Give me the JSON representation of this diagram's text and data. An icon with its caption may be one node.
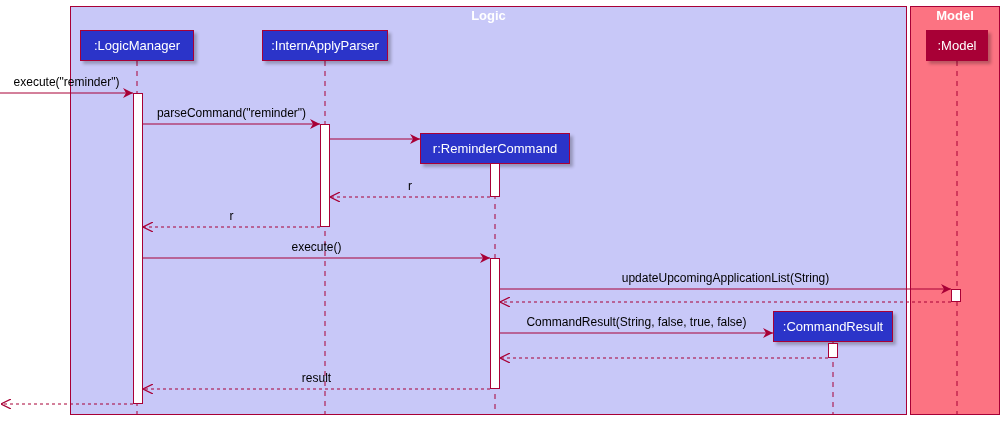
{
  "diagram": {
    "nodes": [
      {
        "text": [
          "Logic"
        ]
      },
      {
        "text": [
          "Model"
        ]
      },
      {
        "text": [
          ":LogicManager"
        ],
        "in": 0
      },
      {
        "text": [
          ":InternApplyParser"
        ],
        "in": 0
      },
      {
        "text": [
          "r:ReminderCommand"
        ],
        "in": 0
      },
      {
        "text": [
          ":CommandResult"
        ],
        "in": 0
      },
      {
        "text": [
          ":Model"
        ],
        "in": 1
      },
      {
        "text": [],
        "shape": "bar",
        "in": 0
      },
      {
        "text": [],
        "shape": "bar",
        "in": 0
      },
      {
        "text": [],
        "shape": "bar",
        "in": 0
      },
      {
        "text": [],
        "shape": "bar",
        "in": 0
      },
      {
        "text": [],
        "shape": "bar",
        "in": 1
      },
      {
        "text": [],
        "shape": "bar",
        "in": 0
      }
    ],
    "edges": [
      {
        "from": null,
        "to": 7,
        "arrow": "to",
        "label": "execute(\"reminder\")"
      },
      {
        "from": 7,
        "to": 8,
        "arrow": "to",
        "label": "parseCommand(\"reminder\")"
      },
      {
        "from": 8,
        "to": 4,
        "arrow": "to"
      },
      {
        "from": 9,
        "to": 8,
        "arrow": "to",
        "label": "r",
        "style": "dashed"
      },
      {
        "from": 8,
        "to": 7,
        "arrow": "to",
        "label": "r",
        "style": "dashed"
      },
      {
        "from": 7,
        "to": 10,
        "arrow": "to",
        "label": "execute()"
      },
      {
        "from": 10,
        "to": 11,
        "arrow": "to",
        "label": "updateUpcomingApplicationList(String)"
      },
      {
        "from": 11,
        "to": 10,
        "arrow": "to",
        "style": "dashed"
      },
      {
        "from": 10,
        "to": 5,
        "arrow": "to",
        "label": "CommandResult(String, false, true, false)"
      },
      {
        "from": 12,
        "to": 10,
        "arrow": "to",
        "style": "dashed"
      },
      {
        "from": 10,
        "to": 7,
        "arrow": "to",
        "label": "result",
        "style": "dashed"
      },
      {
        "from": 7,
        "to": null,
        "arrow": "to",
        "style": "dashed"
      }
    ]
  }
}
